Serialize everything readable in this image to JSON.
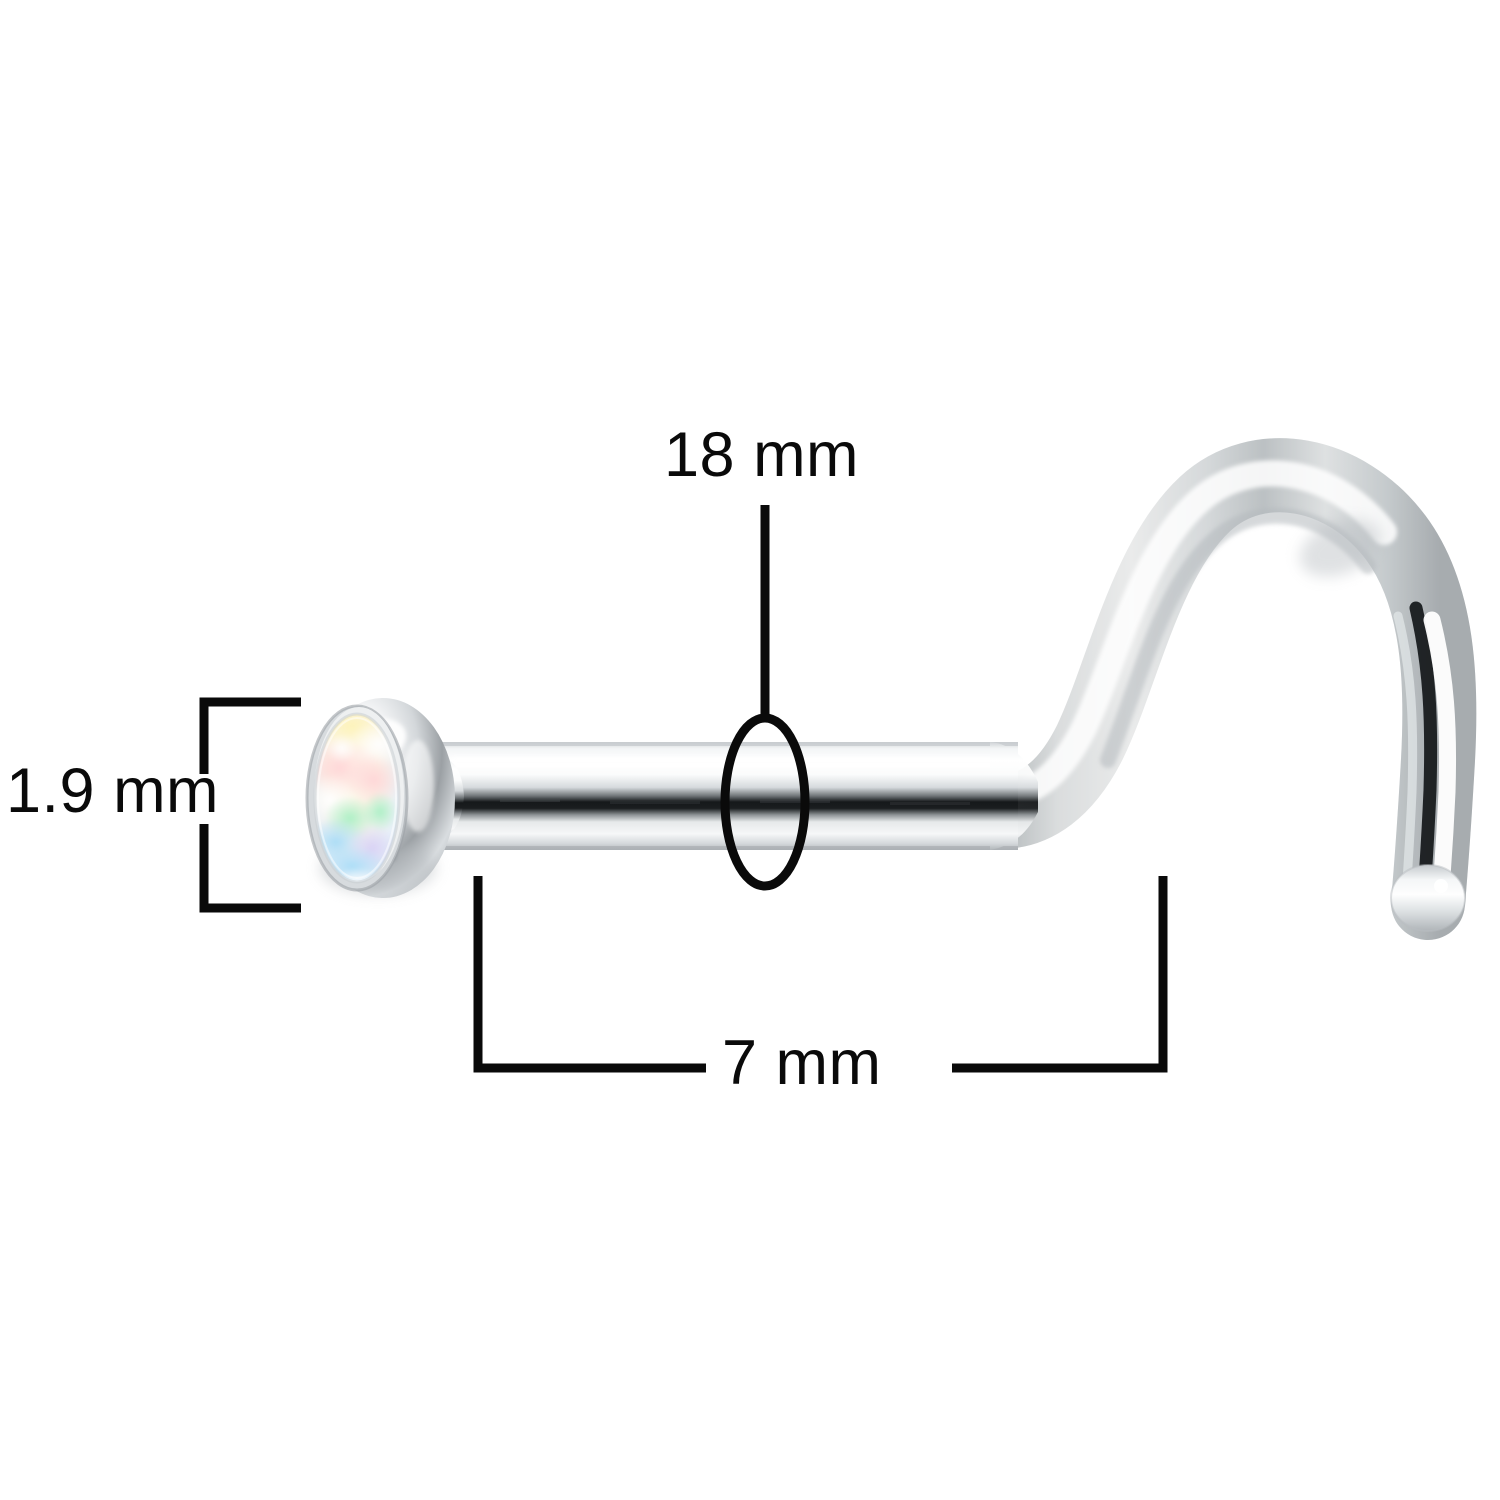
{
  "product": {
    "type": "nose-screw-stud",
    "material_finish": "polished-stainless-steel",
    "gem": {
      "name": "opal-cabochon",
      "shape": "round",
      "setting": "bezel-set-ball",
      "colors": [
        "#fdf6d8",
        "#fbd9d2",
        "#f6fbe6",
        "#cdf2df",
        "#bfe3f8",
        "#dfd9f5",
        "#ffffff"
      ]
    },
    "background_color": "#ffffff",
    "metal_colors": {
      "highlight": "#ffffff",
      "light": "#f2f3f4",
      "mid": "#c9ccce",
      "shadow": "#8c9194",
      "dark_reflection": "#1d2023",
      "outline": "#b6babd"
    }
  },
  "annotations": {
    "gem_diameter": {
      "label": "1.9 mm",
      "bracket_style": "square-bracket-left",
      "orientation": "vertical",
      "measures": "gem-and-ball-height"
    },
    "gauge": {
      "label": "18 mm",
      "bracket_style": "leader-line-with-ellipse",
      "orientation": "vertical",
      "measures": "post-gauge-diameter"
    },
    "post_length": {
      "label": "7 mm",
      "bracket_style": "square-bracket-bottom",
      "orientation": "horizontal",
      "measures": "post-length"
    }
  },
  "line_color": "#0a0a0a",
  "line_width": 9
}
